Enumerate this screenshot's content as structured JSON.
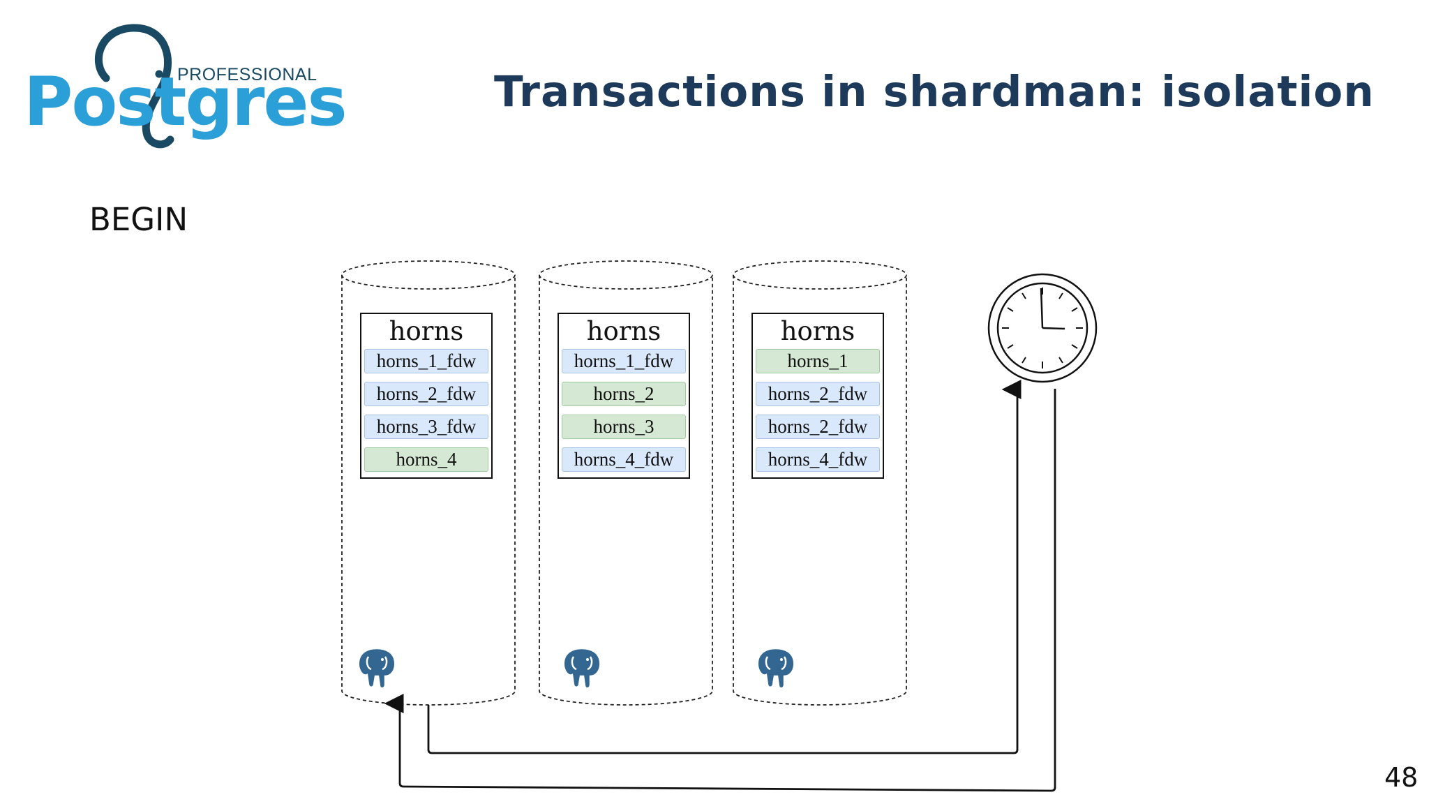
{
  "logo": {
    "word": "Postgres",
    "subtitle": "PROFESSIONAL",
    "icon": "elephant-trunk-icon",
    "color": "#2a9fd8"
  },
  "title": "Transactions in shardman: isolation",
  "begin_label": "BEGIN",
  "page_number": "48",
  "shards": [
    {
      "table_title": "horns",
      "rows": [
        {
          "label": "horns_1_fdw",
          "kind": "fdw"
        },
        {
          "label": "horns_2_fdw",
          "kind": "fdw"
        },
        {
          "label": "horns_3_fdw",
          "kind": "fdw"
        },
        {
          "label": "horns_4",
          "kind": "local"
        }
      ],
      "icon": "postgresql-elephant-icon"
    },
    {
      "table_title": "horns",
      "rows": [
        {
          "label": "horns_1_fdw",
          "kind": "fdw"
        },
        {
          "label": "horns_2",
          "kind": "local"
        },
        {
          "label": "horns_3",
          "kind": "local"
        },
        {
          "label": "horns_4_fdw",
          "kind": "fdw"
        }
      ],
      "icon": "postgresql-elephant-icon"
    },
    {
      "table_title": "horns",
      "rows": [
        {
          "label": "horns_1",
          "kind": "local"
        },
        {
          "label": "horns_2_fdw",
          "kind": "fdw"
        },
        {
          "label": "horns_2_fdw",
          "kind": "fdw"
        },
        {
          "label": "horns_4_fdw",
          "kind": "fdw"
        }
      ],
      "icon": "postgresql-elephant-icon"
    }
  ],
  "clock": {
    "icon": "clock-icon"
  },
  "colors": {
    "fdw_fill": "#dae8fc",
    "local_fill": "#d5e8d4",
    "title": "#1d3a5b"
  }
}
